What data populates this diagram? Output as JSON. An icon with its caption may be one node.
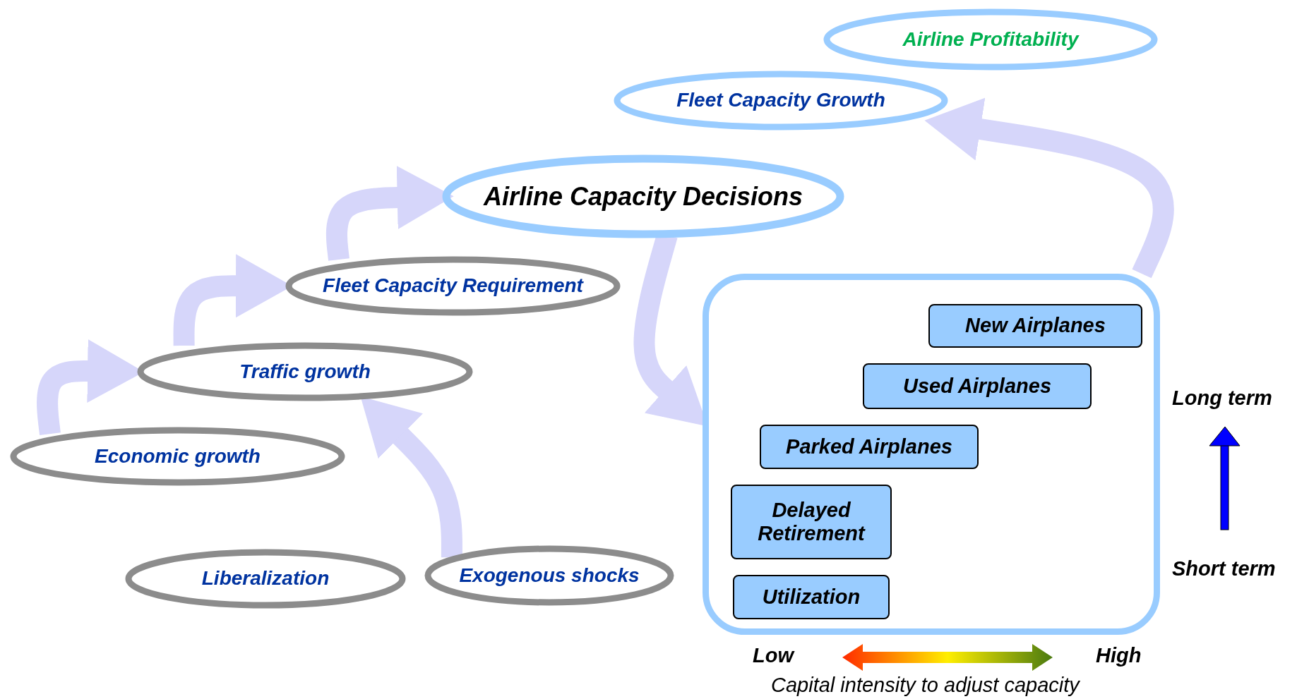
{
  "diagram": {
    "nodes": [
      {
        "text": [
          "Airline Profitability"
        ]
      },
      {
        "text": [
          "Fleet Capacity Growth"
        ]
      },
      {
        "text": [
          "Airline Capacity Decisions"
        ]
      },
      {
        "text": [
          "Fleet Capacity Requirement"
        ]
      },
      {
        "text": [
          "Traffic growth"
        ]
      },
      {
        "text": [
          "Economic growth"
        ]
      },
      {
        "text": [
          "Liberalization"
        ]
      },
      {
        "text": [
          "Exogenous shocks"
        ]
      },
      {
        "text": [],
        "shape": "box"
      },
      {
        "text": [
          "New Airplanes"
        ],
        "in": 8
      },
      {
        "text": [
          "Used Airplanes"
        ],
        "in": 8
      },
      {
        "text": [
          "Parked Airplanes"
        ],
        "in": 8
      },
      {
        "text": [
          "Delayed Retirement"
        ],
        "in": 8
      },
      {
        "text": [
          "Utilization"
        ],
        "in": 8
      }
    ],
    "edges": [
      {
        "from": 5,
        "to": 4,
        "arrow": "to"
      },
      {
        "from": 4,
        "to": 3,
        "arrow": "to"
      },
      {
        "from": 3,
        "to": 2,
        "arrow": "to"
      },
      {
        "from": 7,
        "to": 4,
        "arrow": "to"
      },
      {
        "from": 2,
        "to": 8,
        "arrow": "to"
      },
      {
        "from": 8,
        "to": 1,
        "arrow": "to"
      }
    ],
    "labels": [
      "Long term",
      "Short term",
      "Low",
      "High",
      "Capital intensity to adjust capacity"
    ]
  }
}
